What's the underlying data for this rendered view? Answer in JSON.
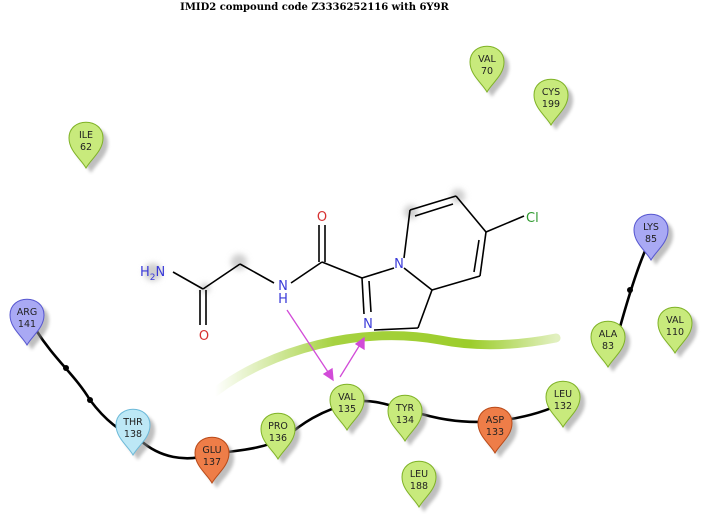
{
  "title": "IMID2 compound code Z3336252116  with 6Y9R",
  "colors": {
    "hydrophobic_fill": "#c8ea7c",
    "hydrophobic_stroke": "#7fb226",
    "positive_fill": "#a9a9f4",
    "positive_stroke": "#5656d0",
    "negative_fill": "#ee7d48",
    "negative_stroke": "#b94a18",
    "polar_fill": "#bde8f6",
    "polar_stroke": "#6cb9d8",
    "hbond": "#d24bd8",
    "backbone": "#000000",
    "exposure": "#9ccd2b",
    "nitrogen": "#3a3ad8",
    "oxygen": "#d63030",
    "chlorine": "#2f9a2f",
    "bond": "#000000"
  },
  "residues": [
    {
      "id": "val70",
      "name": "VAL",
      "num": "70",
      "type": "hydrophobic"
    },
    {
      "id": "cys199",
      "name": "CYS",
      "num": "199",
      "type": "hydrophobic"
    },
    {
      "id": "ile62",
      "name": "ILE",
      "num": "62",
      "type": "hydrophobic"
    },
    {
      "id": "lys85",
      "name": "LYS",
      "num": "85",
      "type": "positive"
    },
    {
      "id": "val110",
      "name": "VAL",
      "num": "110",
      "type": "hydrophobic"
    },
    {
      "id": "ala83",
      "name": "ALA",
      "num": "83",
      "type": "hydrophobic"
    },
    {
      "id": "arg141",
      "name": "ARG",
      "num": "141",
      "type": "positive"
    },
    {
      "id": "thr138",
      "name": "THR",
      "num": "138",
      "type": "polar"
    },
    {
      "id": "glu137",
      "name": "GLU",
      "num": "137",
      "type": "negative"
    },
    {
      "id": "pro136",
      "name": "PRO",
      "num": "136",
      "type": "hydrophobic"
    },
    {
      "id": "val135",
      "name": "VAL",
      "num": "135",
      "type": "hydrophobic"
    },
    {
      "id": "tyr134",
      "name": "TYR",
      "num": "134",
      "type": "hydrophobic"
    },
    {
      "id": "asp133",
      "name": "ASP",
      "num": "133",
      "type": "negative"
    },
    {
      "id": "leu132",
      "name": "LEU",
      "num": "132",
      "type": "hydrophobic"
    },
    {
      "id": "leu188",
      "name": "LEU",
      "num": "188",
      "type": "hydrophobic"
    }
  ],
  "atoms": {
    "amide_n": "H",
    "amide_n_sub": "2",
    "amide_n_tail": "N",
    "o1": "O",
    "nh_n": "N",
    "nh_h": "H",
    "o2": "O",
    "n_bridge": "N",
    "n_ring": "N",
    "cl": "Cl"
  }
}
